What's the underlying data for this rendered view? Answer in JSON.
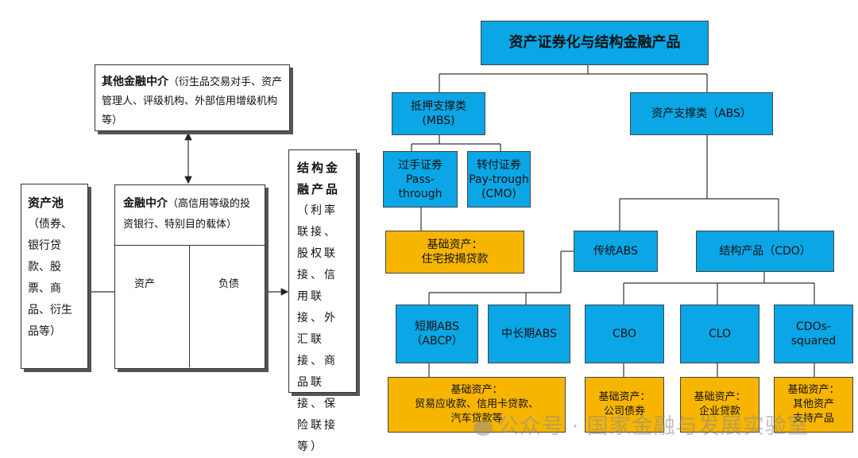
{
  "left": {
    "other_intermediary": {
      "title": "其他金融中介",
      "desc": "（衍生品交易对手、资产管理人、评级机构、外部信用增级机构等）"
    },
    "asset_pool": {
      "title": "资产池",
      "desc": "（债券、银行贷款、股票、商品、衍生品等）"
    },
    "intermediary": {
      "title": "金融中介",
      "desc": "（高信用等级的投资银行、特别目的载体）",
      "assets": "资产",
      "liabilities": "负债"
    },
    "structured": {
      "title": "结构金融产品",
      "desc": "（利率联接、股权联接、信用联接、外汇联接、商品联接、保险联接等）"
    }
  },
  "right": {
    "root": "资产证券化与结构金融产品",
    "mbs": [
      "抵押支撑类",
      "(MBS)"
    ],
    "abs": "资产支撑类（ABS）",
    "pass_through": [
      "过手证券",
      "Pass-",
      "through"
    ],
    "pay_through": [
      "转付证券",
      "Pay-trough",
      "(CMO)"
    ],
    "mbs_base": [
      "基础资产：",
      "住宅按揭贷款"
    ],
    "traditional_abs": "传统ABS",
    "cdo": "结构产品（CDO）",
    "short_abs": [
      "短期ABS",
      "（ABCP）"
    ],
    "mid_abs": "中长期ABS",
    "cbo": "CBO",
    "clo": "CLO",
    "cdos": [
      "CDOs-",
      "squared"
    ],
    "abs_base": [
      "基础资产：",
      "贸易应收款、信用卡贷款、",
      "汽车贷款等"
    ],
    "cbo_base": [
      "基础资产：",
      "公司债券"
    ],
    "clo_base": [
      "基础资产：",
      "企业贷款"
    ],
    "cdos_base": [
      "基础资产：",
      "其他资产",
      "支持产品"
    ]
  },
  "watermark": "公众号 · 国家金融与发展实验室",
  "colors": {
    "blue": "#0aa6e6",
    "orange": "#f7b500"
  }
}
